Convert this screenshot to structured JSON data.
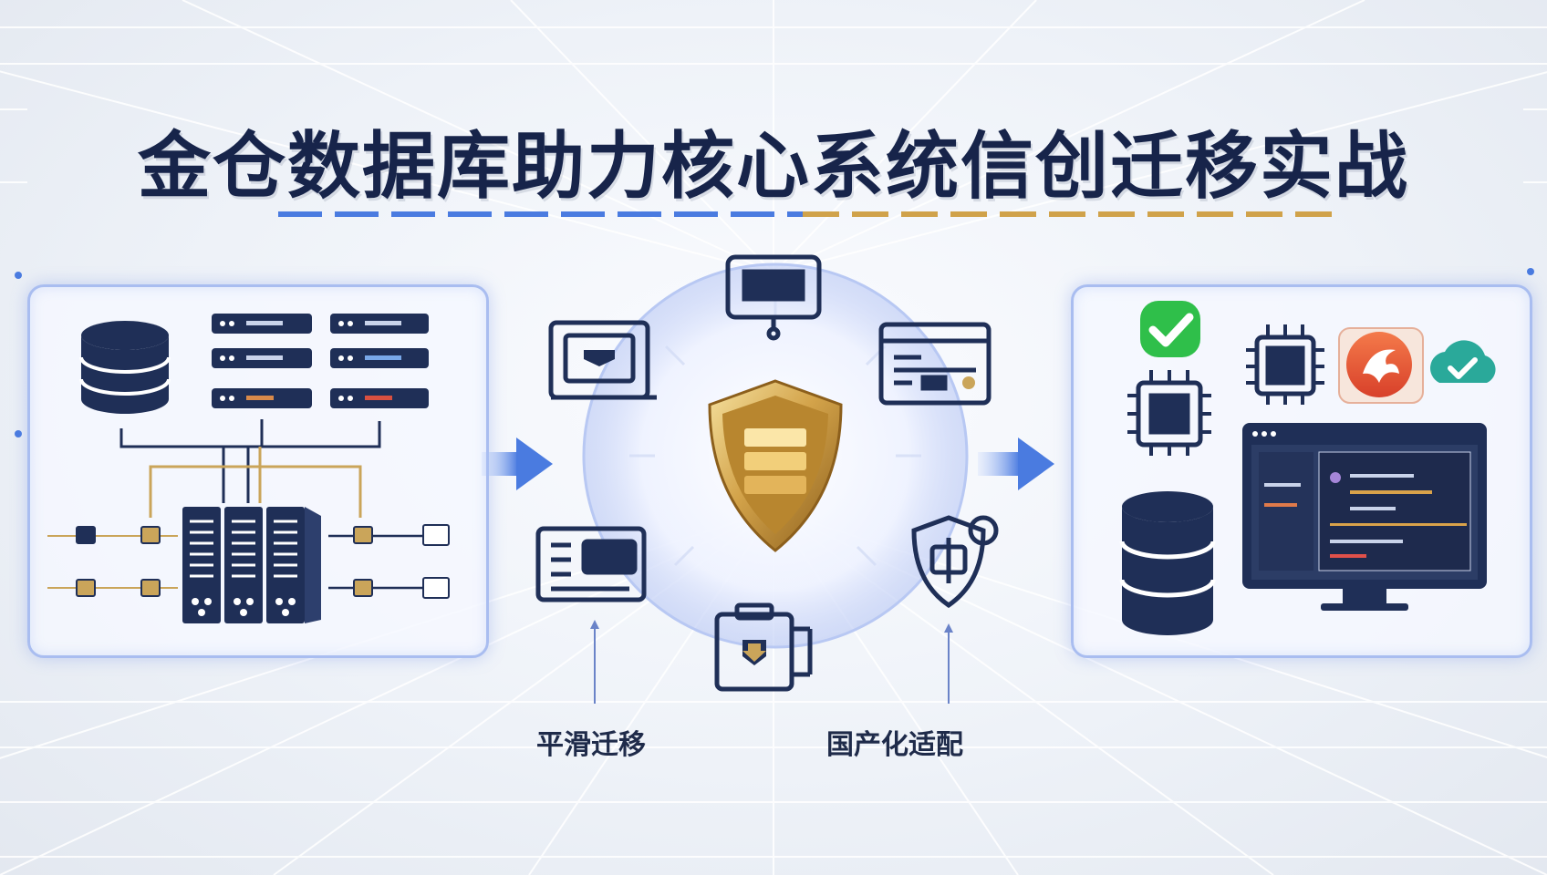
{
  "title": "金仓数据库助力核心系统信创迁移实战",
  "labels": {
    "migration": "平滑迁移",
    "adaptation": "国产化适配"
  },
  "colors": {
    "navy": "#1f2f57",
    "accent_blue": "#4a7be0",
    "gold": "#d0a24a",
    "check_green": "#2fbf4a",
    "panel_border": "#a9bdf0"
  },
  "icons": {
    "left": [
      "database-icon",
      "server-rack-icon",
      "server-cluster-icon"
    ],
    "center": [
      "shield-database-icon",
      "monitor-icon",
      "browser-window-icon",
      "card-reader-icon",
      "id-card-icon",
      "package-icon",
      "gear-shield-icon"
    ],
    "right": [
      "check-icon",
      "cpu-chip-icon",
      "brand-logo-icon",
      "cloud-check-icon",
      "database-icon",
      "code-monitor-icon"
    ]
  }
}
